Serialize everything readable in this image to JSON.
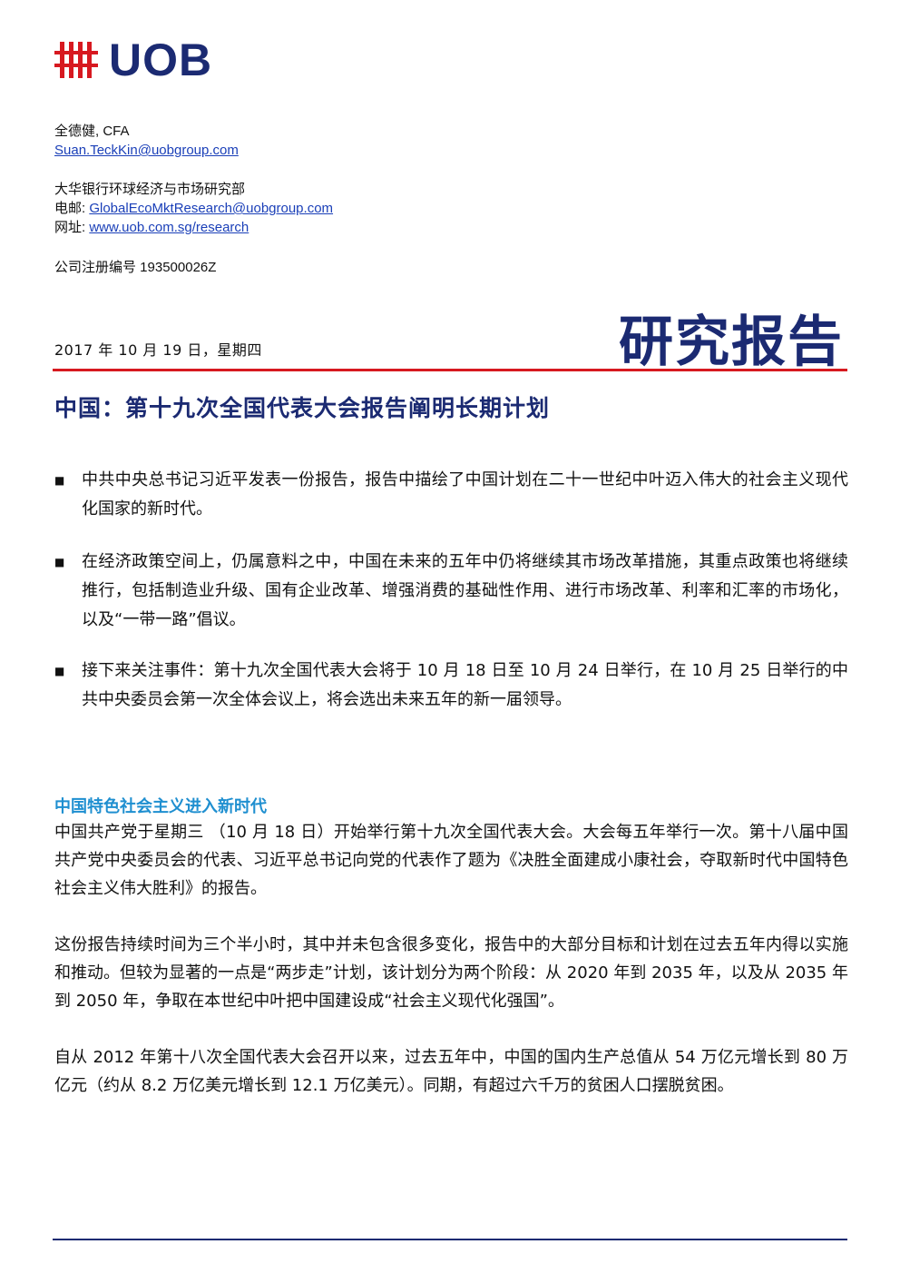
{
  "brand": {
    "logo_text": "UOB",
    "colors": {
      "navy": "#1b2a72",
      "red": "#d71920",
      "link_blue": "#1a3fb8",
      "section_blue": "#1f8fd0"
    }
  },
  "author": {
    "name": "全德健, CFA",
    "email": "Suan.TeckKin@uobgroup.com"
  },
  "department": {
    "name": "大华银行环球经济与市场研究部",
    "email_label": "电邮: ",
    "email": "GlobalEcoMktResearch@uobgroup.com",
    "website_label": "网址: ",
    "website": "www.uob.com.sg/research"
  },
  "registration": "公司注册编号 193500026Z",
  "date": "2017 年 10 月 19 日，星期四",
  "report_type": "研究报告",
  "headline": "中国：第十九次全国代表大会报告阐明长期计划",
  "bullets": [
    "中共中央总书记习近平发表一份报告，报告中描绘了中国计划在二十一世纪中叶迈入伟大的社会主义现代化国家的新时代。",
    "在经济政策空间上，仍属意料之中，中国在未来的五年中仍将继续其市场改革措施，其重点政策也将继续推行，包括制造业升级、国有企业改革、增强消费的基础性作用、进行市场改革、利率和汇率的市场化，以及“一带一路”倡议。",
    "接下来关注事件：第十九次全国代表大会将于 10 月 18 日至 10 月 24 日举行，在 10 月 25 日举行的中共中央委员会第一次全体会议上，将会选出未来五年的新一届领导。"
  ],
  "section": {
    "title": "中国特色社会主义进入新时代",
    "paragraphs": [
      "中国共产党于星期三 （10 月 18 日）开始举行第十九次全国代表大会。大会每五年举行一次。第十八届中国共产党中央委员会的代表、习近平总书记向党的代表作了题为《决胜全面建成小康社会，夺取新时代中国特色社会主义伟大胜利》的报告。",
      "这份报告持续时间为三个半小时，其中并未包含很多变化，报告中的大部分目标和计划在过去五年内得以实施和推动。但较为显著的一点是“两步走”计划，该计划分为两个阶段：从 2020 年到 2035 年，以及从 2035 年到 2050 年，争取在本世纪中叶把中国建设成“社会主义现代化强国”。",
      "自从 2012 年第十八次全国代表大会召开以来，过去五年中，中国的国内生产总值从 54 万亿元增长到 80 万亿元（约从 8.2 万亿美元增长到 12.1 万亿美元）。同期，有超过六千万的贫困人口摆脱贫困。"
    ]
  }
}
